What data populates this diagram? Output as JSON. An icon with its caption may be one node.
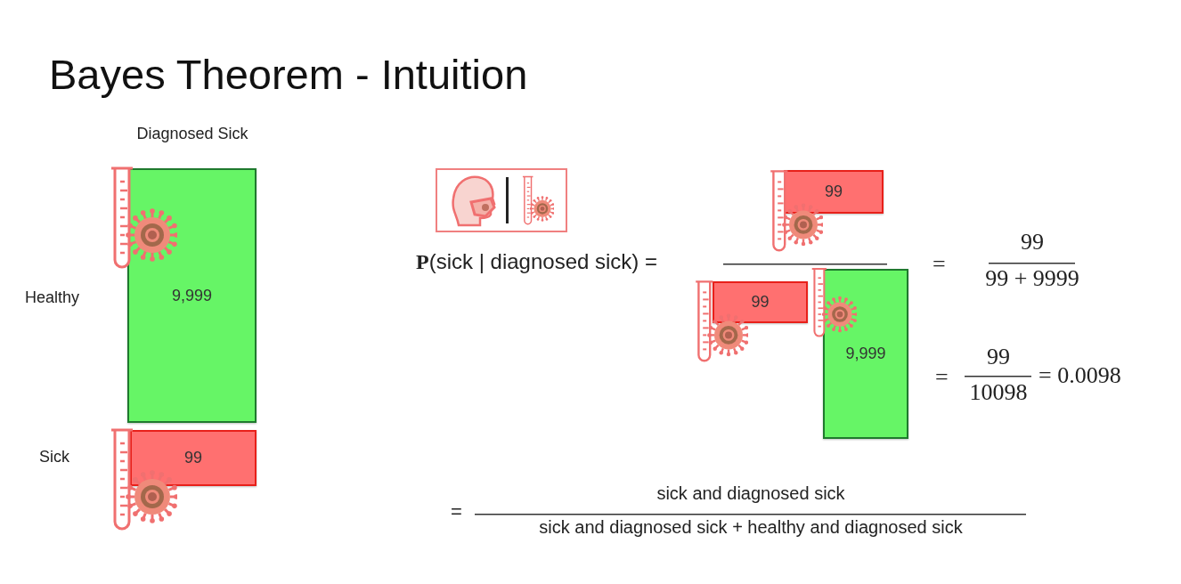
{
  "diagram": {
    "title": "Bayes Theorem - Intuition",
    "nodes": [
      {
        "text": [
          "9,999"
        ]
      },
      {
        "text": [
          "99"
        ]
      },
      {
        "text": [
          "99"
        ]
      },
      {
        "text": [
          "99"
        ]
      },
      {
        "text": [
          "9,999"
        ]
      }
    ],
    "edges": [],
    "labels": [
      "Diagnosed Sick",
      "Healthy",
      "Sick",
      "**P**(sick | diagnosed sick) =",
      "=",
      "99",
      "99 + 9999",
      "=",
      "99",
      "10098",
      "= 0.0098",
      "=",
      "sick and diagnosed sick",
      "sick and diagnosed sick + healthy and diagnosed sick"
    ]
  }
}
